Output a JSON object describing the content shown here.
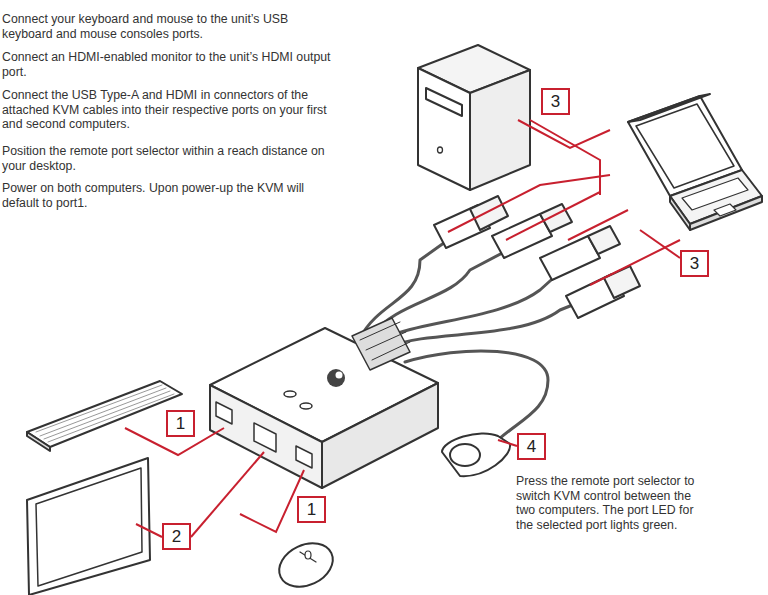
{
  "diagram": {
    "nodes": [
      {
        "text": [
          "3"
        ]
      },
      {
        "text": [
          "3"
        ]
      },
      {
        "text": [
          "1"
        ]
      },
      {
        "text": [
          "4"
        ]
      },
      {
        "text": [
          "1"
        ]
      },
      {
        "text": [
          "2"
        ]
      }
    ],
    "labels": [
      "Connect your keyboard and mouse to the unit’s USB keyboard and mouse consoles ports.",
      "Connect an HDMI-enabled monitor to the unit’s HDMI output port.",
      "Connect the USB Type-A and HDMI in connectors of the attached KVM cables into their respective ports on your first and second computers.",
      "Position the remote port selector within a reach distance on your desktop.",
      "Power on both computers. Upon power-up the KVM will default to port1.",
      "Press the remote port selector to switch KVM control between the two computers. The port LED for the selected port lights green."
    ]
  }
}
